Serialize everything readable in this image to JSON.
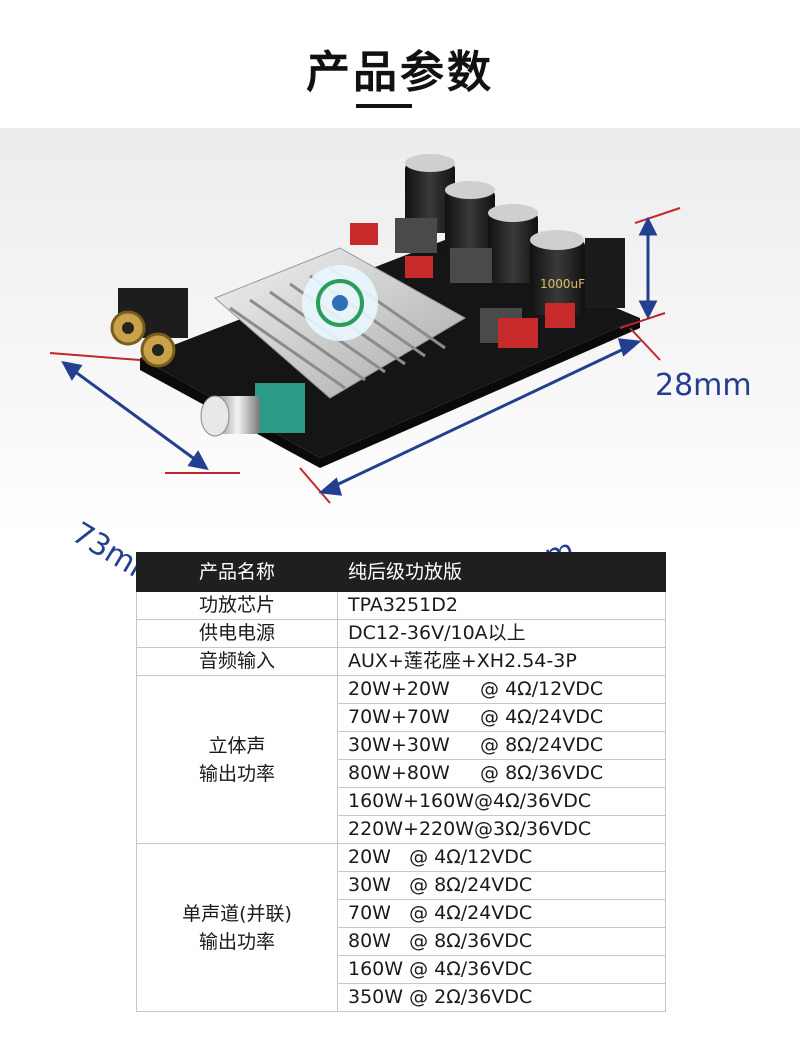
{
  "header": {
    "title": "产品参数"
  },
  "dimensions": {
    "height": "28mm",
    "width": "120mm",
    "depth": "73mm"
  },
  "board_markings": {
    "cap_text": "1000uF 63V"
  },
  "colors": {
    "dimension_text": "#233f8f",
    "dimension_line_red": "#c0262b",
    "table_header_bg": "#1f1f1f"
  },
  "spec_table": {
    "header": {
      "col1": "产品名称",
      "col2": "纯后级功放版"
    },
    "rows": [
      {
        "label": "功放芯片",
        "value": "TPA3251D2"
      },
      {
        "label": "供电电源",
        "value": "DC12-36V/10A以上"
      },
      {
        "label": "音频输入",
        "value": "AUX+莲花座+XH2.54-3P"
      }
    ],
    "stereo": {
      "label_line1": "立体声",
      "label_line2": "输出功率",
      "values": [
        "20W+20W     @ 4Ω/12VDC",
        "70W+70W     @ 4Ω/24VDC",
        "30W+30W     @ 8Ω/24VDC",
        "80W+80W     @ 8Ω/36VDC",
        "160W+160W@4Ω/36VDC",
        "220W+220W@3Ω/36VDC"
      ]
    },
    "mono": {
      "label_line1": "单声道(并联)",
      "label_line2": "输出功率",
      "values": [
        "20W   @ 4Ω/12VDC",
        "30W   @ 8Ω/24VDC",
        "70W   @ 4Ω/24VDC",
        "80W   @ 8Ω/36VDC",
        "160W @ 4Ω/36VDC",
        "350W @ 2Ω/36VDC"
      ]
    }
  }
}
